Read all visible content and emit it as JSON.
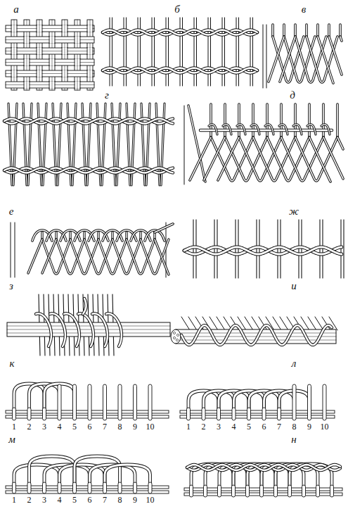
{
  "diagram": {
    "labels": [
      "а",
      "б",
      "в",
      "г",
      "д",
      "е",
      "ж",
      "з",
      "и",
      "к",
      "л",
      "1",
      "2",
      "3",
      "4",
      "5",
      "6",
      "7",
      "8",
      "9",
      "10",
      "1",
      "2",
      "3",
      "4",
      "5",
      "6",
      "7",
      "8",
      "9",
      "10",
      "м",
      "н",
      "1",
      "2",
      "3",
      "4",
      "5",
      "6",
      "7",
      "8",
      "9",
      "10"
    ]
  }
}
